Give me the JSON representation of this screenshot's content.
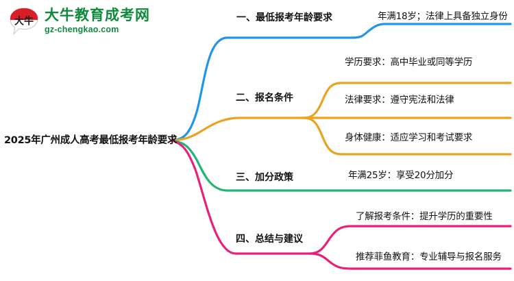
{
  "logo": {
    "mark_text": "大牛",
    "brand_cn": "大牛教育成考网",
    "brand_url": "gz-chengkao.com",
    "brand_color": "#0f8a3c",
    "mark_color": "#d81e26"
  },
  "mindmap": {
    "root": {
      "label": "2025年广州成人高考最低报考年龄要求"
    },
    "branches": [
      {
        "label": "一、最低报考年龄要求",
        "color": "#2196e8",
        "children": [
          {
            "label": "年满18岁；法律上具备独立身份"
          }
        ]
      },
      {
        "label": "二、报名条件",
        "color": "#eaa221",
        "children": [
          {
            "label": "学历要求：高中毕业或同等学历"
          },
          {
            "label": "法律要求：遵守宪法和法律"
          },
          {
            "label": "身体健康：适应学习和考试要求"
          }
        ]
      },
      {
        "label": "三、加分政策",
        "color": "#22b573",
        "children": [
          {
            "label": "年满25岁：享受20分加分"
          }
        ]
      },
      {
        "label": "四、总结与建议",
        "color": "#ec1e79",
        "children": [
          {
            "label": "了解报考条件：提升学历的重要性"
          },
          {
            "label": "推荐菲鱼教育：专业辅导与报名服务"
          }
        ]
      }
    ]
  }
}
